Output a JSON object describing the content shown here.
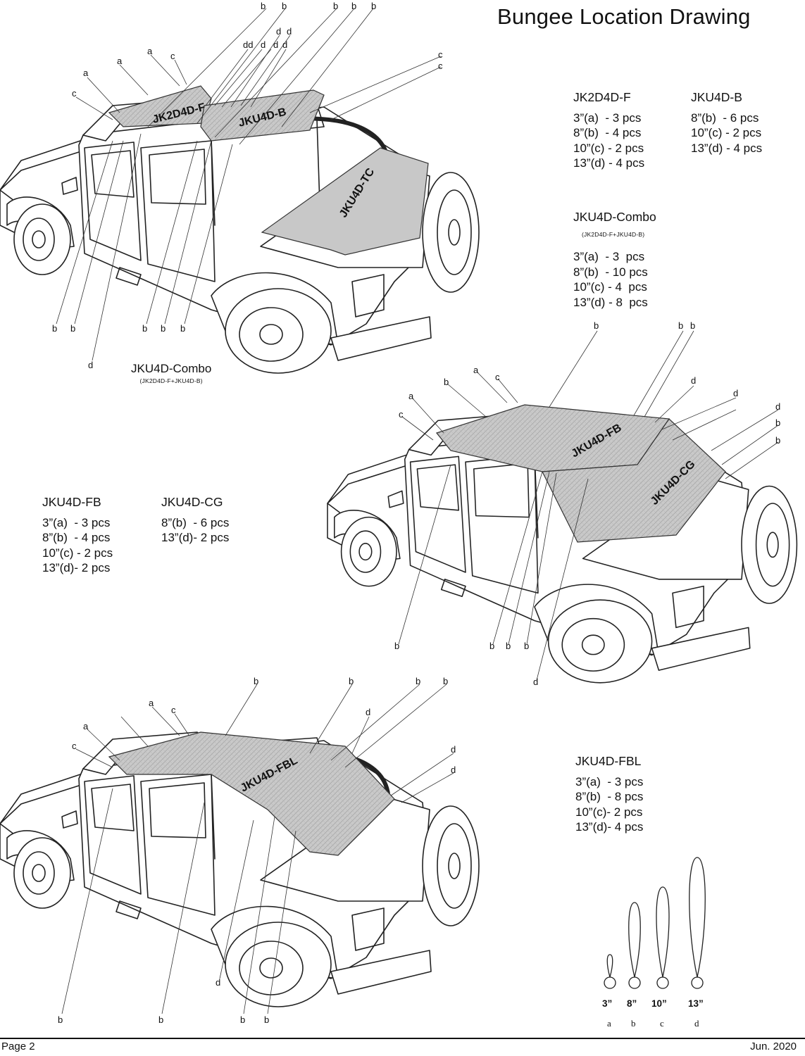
{
  "title": "Bungee Location Drawing",
  "vehicle1": {
    "panels": [
      "JK2D4D-F",
      "JKU4D-B",
      "JKU4D-TC"
    ],
    "callouts_top": [
      "b",
      "b",
      "b",
      "b",
      "b",
      "dd",
      "d",
      "d",
      "d",
      "d",
      "d",
      "a",
      "a",
      "c",
      "a",
      "c",
      "c",
      "c"
    ],
    "callouts_bottom": [
      "b",
      "b",
      "b",
      "b",
      "b",
      "d"
    ],
    "caption": "JKU4D-Combo",
    "caption_sub": "(JK2D4D-F+JKU4D-B)"
  },
  "vehicle2": {
    "panels": [
      "JKU4D-FB",
      "JKU4D-CG"
    ],
    "callouts_top": [
      "b",
      "b",
      "b",
      "a",
      "c",
      "a",
      "c",
      "d",
      "d",
      "d",
      "b",
      "b",
      "b"
    ],
    "callouts_bottom": [
      "b",
      "b",
      "b",
      "b",
      "d"
    ]
  },
  "vehicle3": {
    "panels": [
      "JKU4D-FBL"
    ],
    "callouts_top": [
      "b",
      "b",
      "b",
      "b",
      "a",
      "c",
      "a",
      "c",
      "d",
      "d",
      "d"
    ],
    "callouts_bottom": [
      "d",
      "b",
      "b",
      "b",
      "b"
    ]
  },
  "specs": [
    {
      "id": "JK2D4D-F",
      "header": "JK2D4D-F",
      "sub": "",
      "rows": [
        "3”(a)  - 3 pcs",
        "8”(b)  - 4 pcs",
        "10”(c) - 2 pcs",
        "13”(d) - 4 pcs"
      ]
    },
    {
      "id": "JKU4D-B",
      "header": "JKU4D-B",
      "sub": "",
      "rows": [
        "8”(b)  - 6 pcs",
        "10”(c) - 2 pcs",
        "13”(d) - 4 pcs"
      ]
    },
    {
      "id": "JKU4D-Combo",
      "header": "JKU4D-Combo",
      "sub": "(JK2D4D-F+JKU4D-B)",
      "rows": [
        "3”(a)  - 3  pcs",
        "8”(b)  - 10 pcs",
        "10”(c) - 4  pcs",
        "13”(d) - 8  pcs"
      ]
    },
    {
      "id": "JKU4D-FB",
      "header": "JKU4D-FB",
      "sub": "",
      "rows": [
        "3”(a)  - 3 pcs",
        "8”(b)  - 4 pcs",
        "10”(c) - 2 pcs",
        "13”(d)- 2 pcs"
      ]
    },
    {
      "id": "JKU4D-CG",
      "header": "JKU4D-CG",
      "sub": "",
      "rows": [
        "8”(b)  - 6 pcs",
        "13”(d)- 2 pcs"
      ]
    },
    {
      "id": "JKU4D-FBL",
      "header": "JKU4D-FBL",
      "sub": "",
      "rows": [
        "3”(a)  - 3 pcs",
        "8”(b)  - 8 pcs",
        "10”(c)- 2 pcs",
        "13”(d)- 4 pcs"
      ]
    }
  ],
  "bungee_sizes": [
    {
      "size": "3”",
      "letter": "a"
    },
    {
      "size": "8”",
      "letter": "b"
    },
    {
      "size": "10”",
      "letter": "c"
    },
    {
      "size": "13”",
      "letter": "d"
    }
  ],
  "footer": {
    "left": "Page 2",
    "right": "Jun. 2020"
  }
}
